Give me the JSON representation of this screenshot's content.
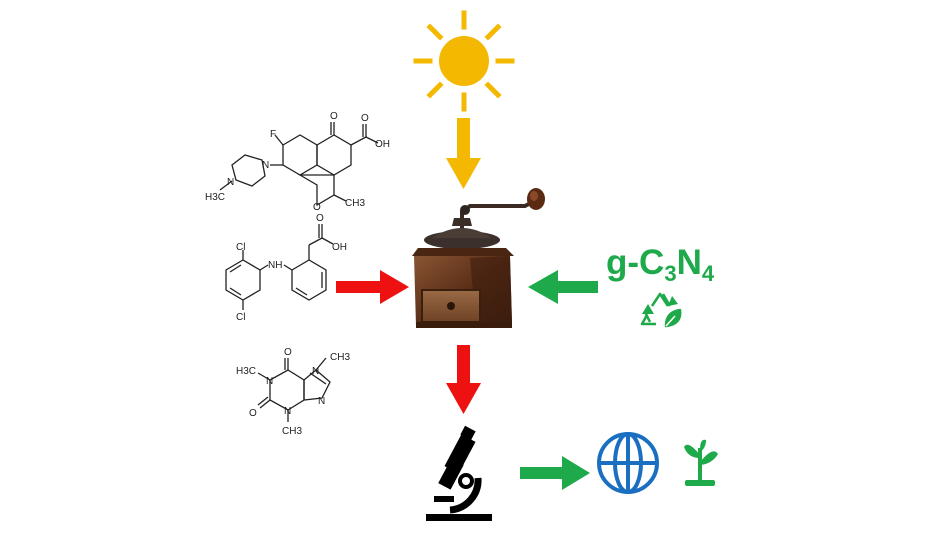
{
  "colors": {
    "sun": "#F5B800",
    "red_arrow": "#EE1111",
    "green": "#1EAA4B",
    "globe": "#1A6FC0",
    "bond": "#222222",
    "wood": "#6B3B1F"
  },
  "icons": [
    "sun-icon",
    "coffee-grinder",
    "microscope-icon",
    "globe-icon",
    "plant-sprout-icon",
    "recycle-leaf-icon"
  ],
  "catalyst": {
    "g": "g-C",
    "sub3": "3",
    "n": "N",
    "sub4": "4"
  },
  "molecules": [
    {
      "atoms": {
        "f": "F",
        "o": "O",
        "oh": "OH",
        "n1": "N",
        "n2": "N",
        "ch3_left": "H3C",
        "o_ring": "O",
        "ch3_right": "CH3"
      }
    },
    {
      "atoms": {
        "cl_top": "Cl",
        "cl_bottom": "Cl",
        "nh": "NH",
        "o": "O",
        "oh": "OH"
      }
    },
    {
      "atoms": {
        "ch3_top": "CH3",
        "ch3_left": "H3C",
        "ch3_bottom": "CH3",
        "o_top": "O",
        "o_left": "O",
        "n1": "N",
        "n3": "N",
        "n7": "N",
        "n9": "N"
      }
    }
  ]
}
